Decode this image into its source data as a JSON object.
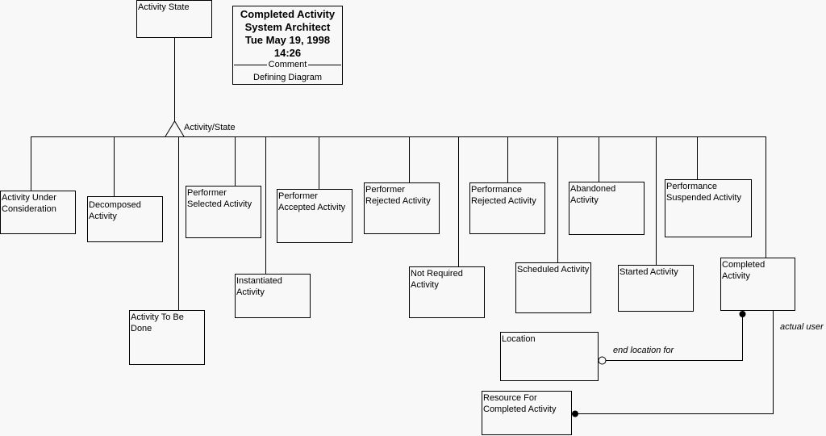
{
  "header": {
    "title": "Completed Activity",
    "author": "System Architect",
    "date": "Tue May 19, 1998",
    "time": "14:26",
    "comment_label": "Comment",
    "comment": "Defining Diagram"
  },
  "supertype": {
    "label": "Activity State"
  },
  "inheritance_label": "Activity/State",
  "subtypes": [
    {
      "id": "auc",
      "label": "Activity Under\nConsideration"
    },
    {
      "id": "decomposed",
      "label": "Decomposed\nActivity"
    },
    {
      "id": "to-be-done",
      "label": "Activity To Be\nDone"
    },
    {
      "id": "perf-selected",
      "label": "Performer\nSelected Activity"
    },
    {
      "id": "instantiated",
      "label": "Instantiated\nActivity"
    },
    {
      "id": "perf-accepted",
      "label": "Performer\nAccepted Activity"
    },
    {
      "id": "perf-rejected",
      "label": "Performer\nRejected Activity"
    },
    {
      "id": "not-required",
      "label": "Not Required\nActivity"
    },
    {
      "id": "performance-rejected",
      "label": "Performance\nRejected Activity"
    },
    {
      "id": "scheduled",
      "label": "Scheduled Activity"
    },
    {
      "id": "abandoned",
      "label": "Abandoned\nActivity"
    },
    {
      "id": "started",
      "label": "Started Activity"
    },
    {
      "id": "performance-suspended",
      "label": "Performance\nSuspended Activity"
    },
    {
      "id": "completed",
      "label": "Completed Activity"
    }
  ],
  "entities": {
    "location": {
      "label": "Location"
    },
    "resource": {
      "label": "Resource For\nCompleted Activity"
    }
  },
  "relationships": {
    "end_location": {
      "label": "end location for"
    },
    "actual_user": {
      "label": "actual user"
    }
  }
}
